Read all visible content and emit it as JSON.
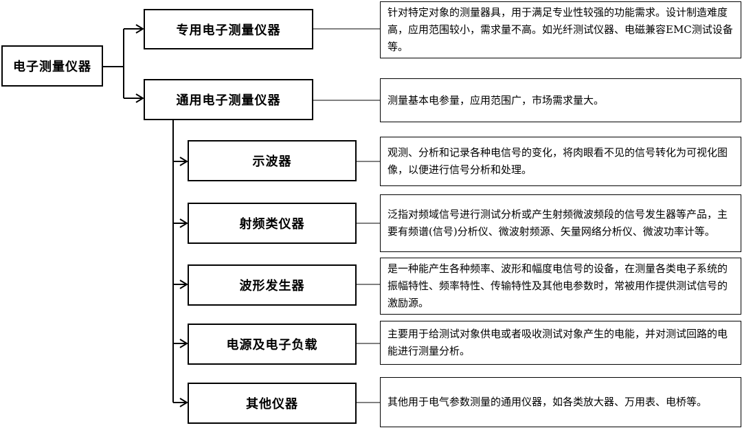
{
  "root": {
    "label": "电子测量仪器"
  },
  "categories": [
    {
      "label": "专用电子测量仪器",
      "desc": "针对特定对象的测量器具，用于满足专业性较强的功能需求。设计制造难度高，应用范围较小，需求量不高。如光纤测试仪器、电磁兼容EMC测试设备等。"
    },
    {
      "label": "通用电子测量仪器",
      "desc": "测量基本电参量，应用范围广，市场需求量大。"
    }
  ],
  "subtypes": [
    {
      "label": "示波器",
      "desc": "观测、分析和记录各种电信号的变化，将肉眼看不见的信号转化为可视化图像，以便进行信号分析和处理。"
    },
    {
      "label": "射频类仪器",
      "desc": "泛指对频域信号进行测试分析或产生射频微波频段的信号发生器等产品，主要有频谱(信号)分析仪、微波射频源、矢量网络分析仪、微波功率计等。"
    },
    {
      "label": "波形发生器",
      "desc": "是一种能产生各种频率、波形和幅度电信号的设备，在测量各类电子系统的振幅特性、频率特性、传输特性及其他电参数时，常被用作提供测试信号的激励源。"
    },
    {
      "label": "电源及电子负载",
      "desc": "主要用于给测试对象供电或者吸收测试对象产生的电能，并对测试回路的电能进行测量分析。"
    },
    {
      "label": "其他仪器",
      "desc": "其他用于电气参数测量的通用仪器，如各类放大器、万用表、电桥等。"
    }
  ]
}
